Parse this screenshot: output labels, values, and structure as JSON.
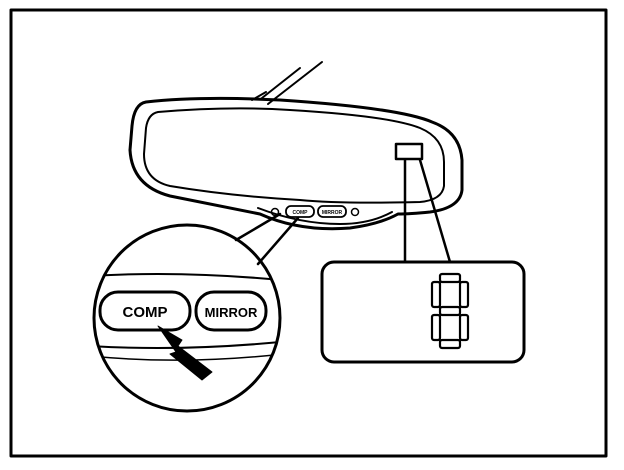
{
  "labels": {
    "mirror_small_left": "COMP",
    "mirror_small_right": "MIRROR",
    "zoom_comp_button": "COMP",
    "zoom_mirror_button": "MIRROR"
  },
  "display": {
    "value": "8",
    "segments_on": [
      "a",
      "b",
      "c",
      "d",
      "e",
      "f",
      "g"
    ]
  },
  "colors": {
    "ink": "#000000",
    "background": "#ffffff"
  }
}
